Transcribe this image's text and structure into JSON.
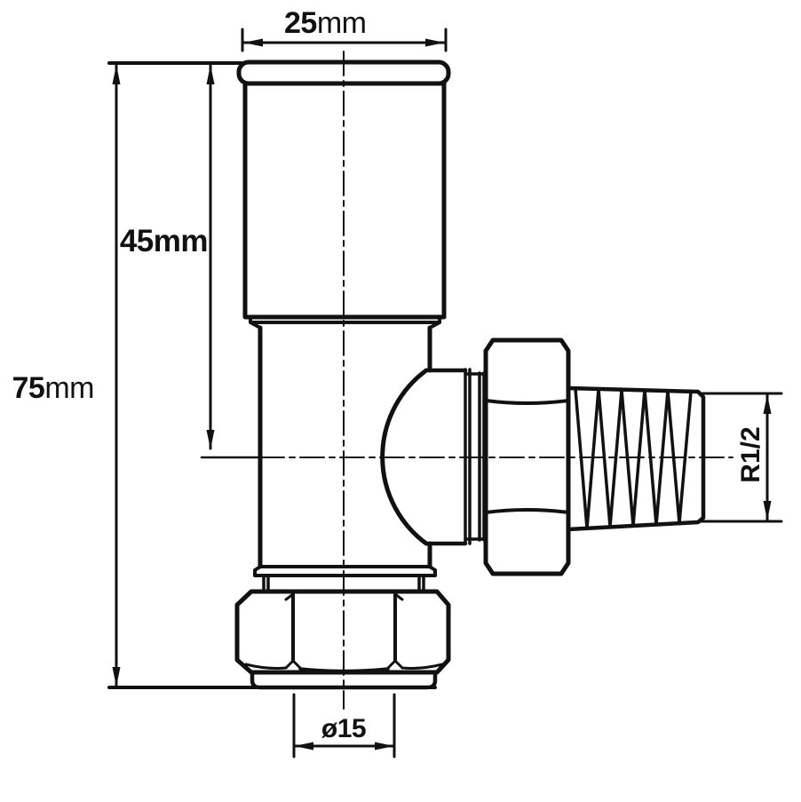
{
  "drawing": {
    "description": "Technical dimension drawing of an angled radiator valve",
    "background_color": "#ffffff",
    "line_color": "#111111",
    "dimensions": {
      "top_width": {
        "value": "25",
        "unit": "mm"
      },
      "upper_height": {
        "value": "45",
        "unit": "mm"
      },
      "total_height": {
        "value": "75",
        "unit": "mm"
      },
      "side_thread": {
        "value": "R1/2"
      },
      "bottom_diameter": {
        "symbol": "ø",
        "value": "15"
      }
    }
  }
}
